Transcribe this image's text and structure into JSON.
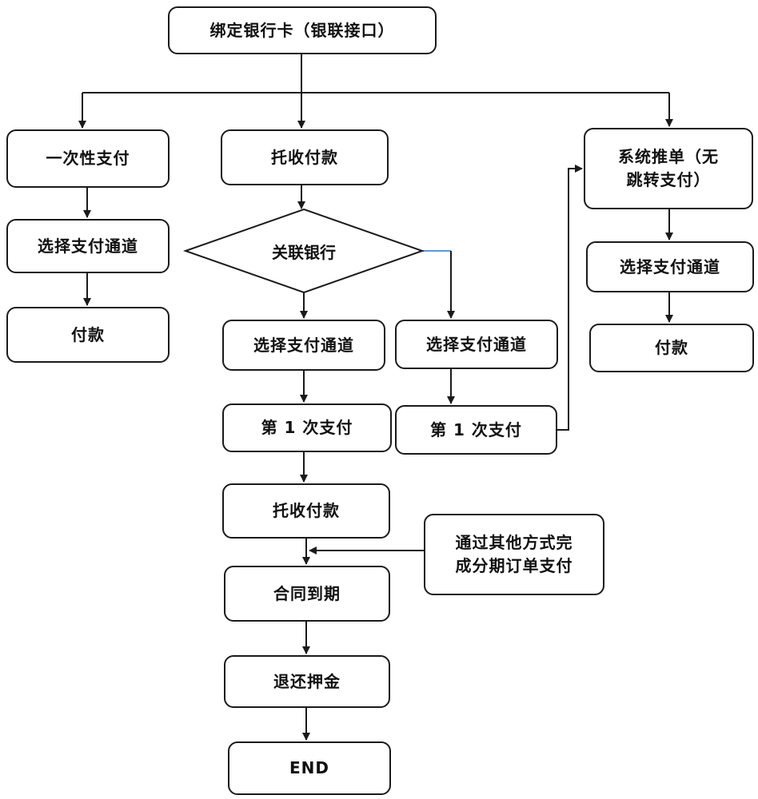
{
  "nodes": {
    "bind_card": "绑定银行卡（银联接口）",
    "one_time_payment": "一次性支付",
    "one_time_channel": "选择支付通道",
    "one_time_pay": "付款",
    "collection": "托收付款",
    "related_bank": "关联银行",
    "bank_channel_left": "选择支付通道",
    "bank_channel_right": "选择支付通道",
    "first_payment_left": "第 1 次支付",
    "first_payment_right": "第 1 次支付",
    "collection_2": "托收付款",
    "other_methods": "通过其他方式完\n成分期订单支付",
    "contract_expiry": "合同到期",
    "refund_deposit": "退还押金",
    "end": "END",
    "system_push": "系统推单（无\n跳转支付）",
    "push_channel": "选择支付通道",
    "push_pay": "付款"
  },
  "colors": {
    "stroke": "#1a1a1a",
    "diamond_edge": "#5b9bd5"
  }
}
